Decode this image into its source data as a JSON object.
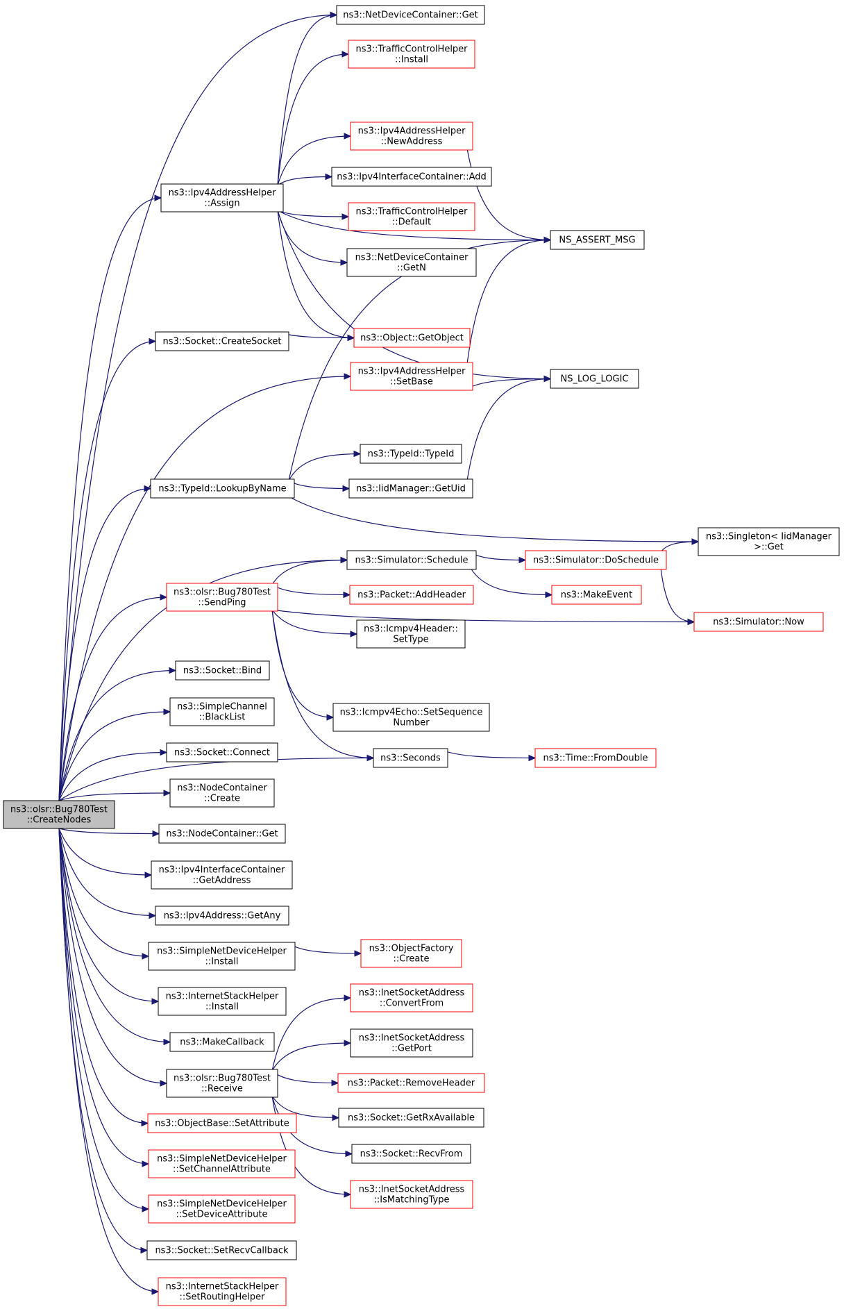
{
  "colors": {
    "edge": "#191970",
    "border_default": "#000000",
    "border_incomplete": "#ff0000",
    "root_fill": "#bfbfbf",
    "fill": "#ffffff"
  },
  "nodes": [
    {
      "id": "root",
      "lines": [
        "ns3::olsr::Bug780Test",
        "::CreateNodes"
      ],
      "style": "root"
    },
    {
      "id": "ndc_get",
      "lines": [
        "ns3::NetDeviceContainer::Get"
      ],
      "style": "black"
    },
    {
      "id": "tch_install",
      "lines": [
        "ns3::TrafficControlHelper",
        "::Install"
      ],
      "style": "red"
    },
    {
      "id": "ipv4h_newaddr",
      "lines": [
        "ns3::Ipv4AddressHelper",
        "::NewAddress"
      ],
      "style": "red"
    },
    {
      "id": "ipv4ic_add",
      "lines": [
        "ns3::Ipv4InterfaceContainer::Add"
      ],
      "style": "black"
    },
    {
      "id": "ipv4h_assign",
      "lines": [
        "ns3::Ipv4AddressHelper",
        "::Assign"
      ],
      "style": "black"
    },
    {
      "id": "tch_default",
      "lines": [
        "ns3::TrafficControlHelper",
        "::Default"
      ],
      "style": "red"
    },
    {
      "id": "ns_assert",
      "lines": [
        "NS_ASSERT_MSG"
      ],
      "style": "black"
    },
    {
      "id": "ndc_getn",
      "lines": [
        "ns3::NetDeviceContainer",
        "::GetN"
      ],
      "style": "black"
    },
    {
      "id": "sock_create",
      "lines": [
        "ns3::Socket::CreateSocket"
      ],
      "style": "black"
    },
    {
      "id": "obj_getobj",
      "lines": [
        "ns3::Object::GetObject"
      ],
      "style": "red"
    },
    {
      "id": "ipv4h_setbase",
      "lines": [
        "ns3::Ipv4AddressHelper",
        "::SetBase"
      ],
      "style": "red"
    },
    {
      "id": "ns_log",
      "lines": [
        "NS_LOG_LOGIC"
      ],
      "style": "black"
    },
    {
      "id": "typeid_typeid",
      "lines": [
        "ns3::TypeId::TypeId"
      ],
      "style": "black"
    },
    {
      "id": "typeid_lookup",
      "lines": [
        "ns3::TypeId::LookupByName"
      ],
      "style": "black"
    },
    {
      "id": "iid_getuid",
      "lines": [
        "ns3::IidManager::GetUid"
      ],
      "style": "black"
    },
    {
      "id": "singleton_get",
      "lines": [
        "ns3::Singleton< IidManager",
        " >::Get"
      ],
      "style": "black"
    },
    {
      "id": "sim_schedule",
      "lines": [
        "ns3::Simulator::Schedule"
      ],
      "style": "black"
    },
    {
      "id": "sim_doschedule",
      "lines": [
        "ns3::Simulator::DoSchedule"
      ],
      "style": "red"
    },
    {
      "id": "bug_sendping",
      "lines": [
        "ns3::olsr::Bug780Test",
        "::SendPing"
      ],
      "style": "red"
    },
    {
      "id": "pkt_addheader",
      "lines": [
        "ns3::Packet::AddHeader"
      ],
      "style": "red"
    },
    {
      "id": "makeevent",
      "lines": [
        "ns3::MakeEvent"
      ],
      "style": "red"
    },
    {
      "id": "icmp_settype",
      "lines": [
        "ns3::Icmpv4Header::",
        "SetType"
      ],
      "style": "black"
    },
    {
      "id": "sim_now",
      "lines": [
        "ns3::Simulator::Now"
      ],
      "style": "red"
    },
    {
      "id": "sock_bind",
      "lines": [
        "ns3::Socket::Bind"
      ],
      "style": "black"
    },
    {
      "id": "simch_blacklist",
      "lines": [
        "ns3::SimpleChannel",
        "::BlackList"
      ],
      "style": "black"
    },
    {
      "id": "icmpecho_setseq",
      "lines": [
        "ns3::Icmpv4Echo::SetSequence",
        "Number"
      ],
      "style": "black"
    },
    {
      "id": "sock_connect",
      "lines": [
        "ns3::Socket::Connect"
      ],
      "style": "black"
    },
    {
      "id": "seconds",
      "lines": [
        "ns3::Seconds"
      ],
      "style": "black"
    },
    {
      "id": "time_fromdouble",
      "lines": [
        "ns3::Time::FromDouble"
      ],
      "style": "red"
    },
    {
      "id": "nc_create",
      "lines": [
        "ns3::NodeContainer",
        "::Create"
      ],
      "style": "black"
    },
    {
      "id": "nc_get",
      "lines": [
        "ns3::NodeContainer::Get"
      ],
      "style": "black"
    },
    {
      "id": "ipv4ic_getaddr",
      "lines": [
        "ns3::Ipv4InterfaceContainer",
        "::GetAddress"
      ],
      "style": "black"
    },
    {
      "id": "ipv4a_getany",
      "lines": [
        "ns3::Ipv4Address::GetAny"
      ],
      "style": "black"
    },
    {
      "id": "sndh_install",
      "lines": [
        "ns3::SimpleNetDeviceHelper",
        "::Install"
      ],
      "style": "black"
    },
    {
      "id": "of_create",
      "lines": [
        "ns3::ObjectFactory",
        "::Create"
      ],
      "style": "red"
    },
    {
      "id": "ish_install",
      "lines": [
        "ns3::InternetStackHelper",
        "::Install"
      ],
      "style": "black"
    },
    {
      "id": "isa_convertfrom",
      "lines": [
        "ns3::InetSocketAddress",
        "::ConvertFrom"
      ],
      "style": "red"
    },
    {
      "id": "makecallback",
      "lines": [
        "ns3::MakeCallback"
      ],
      "style": "black"
    },
    {
      "id": "isa_getport",
      "lines": [
        "ns3::InetSocketAddress",
        "::GetPort"
      ],
      "style": "black"
    },
    {
      "id": "bug_receive",
      "lines": [
        "ns3::olsr::Bug780Test",
        "::Receive"
      ],
      "style": "black"
    },
    {
      "id": "pkt_removeheader",
      "lines": [
        "ns3::Packet::RemoveHeader"
      ],
      "style": "red"
    },
    {
      "id": "sock_getrx",
      "lines": [
        "ns3::Socket::GetRxAvailable"
      ],
      "style": "black"
    },
    {
      "id": "ob_setattr",
      "lines": [
        "ns3::ObjectBase::SetAttribute"
      ],
      "style": "red"
    },
    {
      "id": "sock_recvfrom",
      "lines": [
        "ns3::Socket::RecvFrom"
      ],
      "style": "black"
    },
    {
      "id": "sndh_setchattr",
      "lines": [
        "ns3::SimpleNetDeviceHelper",
        "::SetChannelAttribute"
      ],
      "style": "red"
    },
    {
      "id": "isa_ismatching",
      "lines": [
        "ns3::InetSocketAddress",
        "::IsMatchingType"
      ],
      "style": "red"
    },
    {
      "id": "sndh_setdevattr",
      "lines": [
        "ns3::SimpleNetDeviceHelper",
        "::SetDeviceAttribute"
      ],
      "style": "red"
    },
    {
      "id": "sock_setrecvcb",
      "lines": [
        "ns3::Socket::SetRecvCallback"
      ],
      "style": "black"
    },
    {
      "id": "ish_setrouting",
      "lines": [
        "ns3::InternetStackHelper",
        "::SetRoutingHelper"
      ],
      "style": "red"
    }
  ],
  "edges": [
    [
      "root",
      "ndc_get"
    ],
    [
      "root",
      "ipv4h_assign"
    ],
    [
      "root",
      "sock_create"
    ],
    [
      "root",
      "ipv4h_setbase"
    ],
    [
      "root",
      "typeid_lookup"
    ],
    [
      "root",
      "sim_schedule"
    ],
    [
      "root",
      "bug_sendping"
    ],
    [
      "root",
      "seconds"
    ],
    [
      "root",
      "sock_bind"
    ],
    [
      "root",
      "simch_blacklist"
    ],
    [
      "root",
      "sock_connect"
    ],
    [
      "root",
      "nc_create"
    ],
    [
      "root",
      "nc_get"
    ],
    [
      "root",
      "ipv4ic_getaddr"
    ],
    [
      "root",
      "ipv4a_getany"
    ],
    [
      "root",
      "sndh_install"
    ],
    [
      "root",
      "ish_install"
    ],
    [
      "root",
      "makecallback"
    ],
    [
      "root",
      "bug_receive"
    ],
    [
      "root",
      "ob_setattr"
    ],
    [
      "root",
      "sndh_setchattr"
    ],
    [
      "root",
      "sndh_setdevattr"
    ],
    [
      "root",
      "sock_setrecvcb"
    ],
    [
      "root",
      "ish_setrouting"
    ],
    [
      "ipv4h_assign",
      "ndc_get"
    ],
    [
      "ipv4h_assign",
      "tch_install"
    ],
    [
      "ipv4h_assign",
      "ns_assert"
    ],
    [
      "ipv4h_assign",
      "ipv4h_newaddr"
    ],
    [
      "ipv4h_assign",
      "ipv4ic_add"
    ],
    [
      "ipv4h_assign",
      "tch_default"
    ],
    [
      "ipv4h_assign",
      "ndc_getn"
    ],
    [
      "ipv4h_assign",
      "obj_getobj"
    ],
    [
      "ipv4h_assign",
      "ns_log"
    ],
    [
      "ipv4h_newaddr",
      "ns_assert"
    ],
    [
      "sock_create",
      "obj_getobj"
    ],
    [
      "ipv4h_setbase",
      "ns_assert"
    ],
    [
      "ipv4h_setbase",
      "ns_log"
    ],
    [
      "typeid_lookup",
      "ns_assert"
    ],
    [
      "typeid_lookup",
      "typeid_typeid"
    ],
    [
      "typeid_lookup",
      "iid_getuid"
    ],
    [
      "typeid_lookup",
      "singleton_get"
    ],
    [
      "iid_getuid",
      "ns_log"
    ],
    [
      "sim_schedule",
      "sim_doschedule"
    ],
    [
      "sim_schedule",
      "makeevent"
    ],
    [
      "sim_doschedule",
      "singleton_get"
    ],
    [
      "sim_doschedule",
      "sim_now"
    ],
    [
      "bug_sendping",
      "sim_schedule"
    ],
    [
      "bug_sendping",
      "pkt_addheader"
    ],
    [
      "bug_sendping",
      "icmp_settype"
    ],
    [
      "bug_sendping",
      "sim_now"
    ],
    [
      "bug_sendping",
      "icmpecho_setseq"
    ],
    [
      "bug_sendping",
      "seconds"
    ],
    [
      "seconds",
      "time_fromdouble"
    ],
    [
      "sndh_install",
      "of_create"
    ],
    [
      "bug_receive",
      "isa_convertfrom"
    ],
    [
      "bug_receive",
      "isa_getport"
    ],
    [
      "bug_receive",
      "pkt_removeheader"
    ],
    [
      "bug_receive",
      "sock_getrx"
    ],
    [
      "bug_receive",
      "sock_recvfrom"
    ],
    [
      "bug_receive",
      "isa_ismatching"
    ]
  ]
}
